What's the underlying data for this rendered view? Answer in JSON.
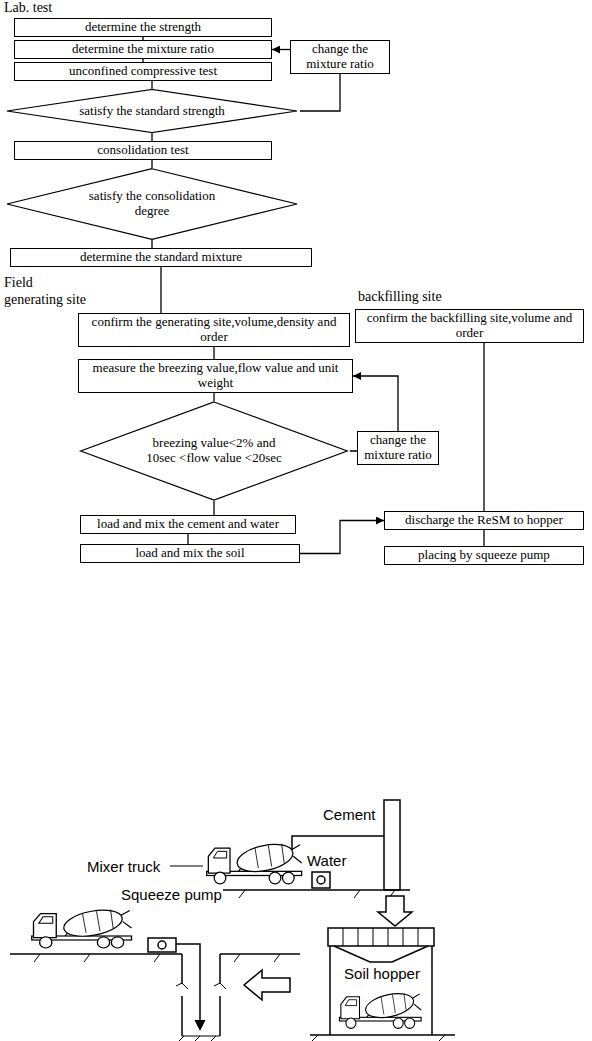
{
  "diagram": {
    "nodes": [
      {
        "text": [
          "determine the strength"
        ]
      },
      {
        "text": [
          "determine the mixture ratio"
        ]
      },
      {
        "text": [
          "change the mixture ratio"
        ]
      },
      {
        "text": [
          "unconfined compressive test"
        ]
      },
      {
        "text": [
          "satisfy the standard strength"
        ]
      },
      {
        "text": [
          "consolidation test"
        ]
      },
      {
        "text": [
          "satisfy the consolidation degree"
        ]
      },
      {
        "text": [
          "determine the standard mixture"
        ]
      },
      {
        "text": [
          "confirm the generating site,volume,density and order"
        ]
      },
      {
        "text": [
          "confirm the backfilling site,volume and order"
        ]
      },
      {
        "text": [
          "measure the breezing value,flow value and unit weight"
        ]
      },
      {
        "text": [
          "breezing value<2% and 10sec <flow value <20sec"
        ]
      },
      {
        "text": [
          "change the mixture ratio"
        ]
      },
      {
        "text": [
          "load and mix the cement and water"
        ]
      },
      {
        "text": [
          "discharge the ReSM to hopper"
        ]
      },
      {
        "text": [
          "load and mix the soil"
        ]
      },
      {
        "text": [
          "placing by squeeze pump"
        ]
      }
    ],
    "edges": [
      {
        "from": 0,
        "to": 1,
        "arrow": "none"
      },
      {
        "from": 1,
        "to": 3,
        "arrow": "none"
      },
      {
        "from": 3,
        "to": 4,
        "arrow": "none"
      },
      {
        "from": 4,
        "to": 2,
        "arrow": "none"
      },
      {
        "from": 2,
        "to": 1,
        "arrow": "to"
      },
      {
        "from": 4,
        "to": 5,
        "arrow": "none"
      },
      {
        "from": 5,
        "to": 6,
        "arrow": "none"
      },
      {
        "from": 6,
        "to": 7,
        "arrow": "none"
      },
      {
        "from": 7,
        "to": 8,
        "arrow": "none"
      },
      {
        "from": 8,
        "to": 10,
        "arrow": "none"
      },
      {
        "from": 10,
        "to": 11,
        "arrow": "none"
      },
      {
        "from": 11,
        "to": 12,
        "arrow": "none"
      },
      {
        "from": 12,
        "to": 10,
        "arrow": "to"
      },
      {
        "from": 11,
        "to": 13,
        "arrow": "none"
      },
      {
        "from": 13,
        "to": 15,
        "arrow": "none"
      },
      {
        "from": 15,
        "to": 14,
        "arrow": "to"
      },
      {
        "from": 9,
        "to": 14,
        "arrow": "none"
      },
      {
        "from": 14,
        "to": 16,
        "arrow": "none"
      }
    ],
    "labels": [
      "Lab. test",
      "Field",
      "generating site",
      "backfilling site",
      "Cement",
      "Water",
      "Mixer truck",
      "Squeeze pump",
      "Soil hopper"
    ]
  }
}
